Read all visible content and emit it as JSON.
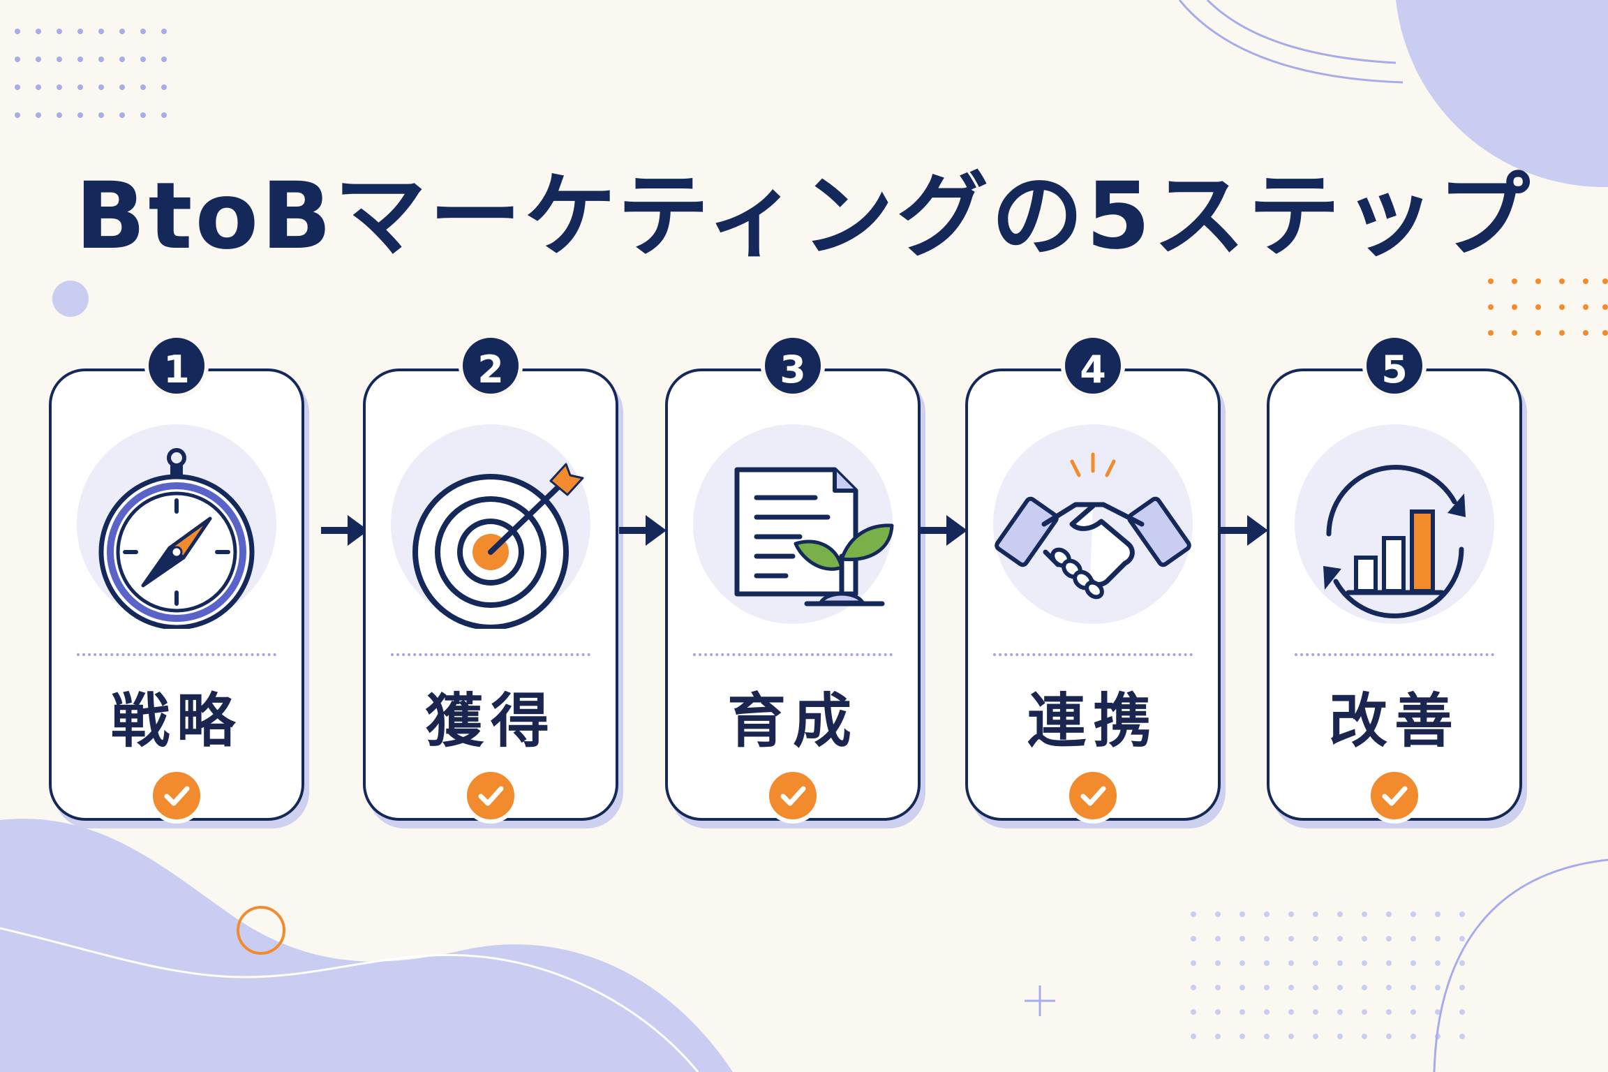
{
  "title": "BtoBマーケティングの5ステップ",
  "steps": [
    {
      "number": "1",
      "label": "戦略",
      "icon": "compass-icon"
    },
    {
      "number": "2",
      "label": "獲得",
      "icon": "target-icon"
    },
    {
      "number": "3",
      "label": "育成",
      "icon": "document-sprout-icon"
    },
    {
      "number": "4",
      "label": "連携",
      "icon": "handshake-icon"
    },
    {
      "number": "5",
      "label": "改善",
      "icon": "cycle-chart-icon"
    }
  ],
  "colors": {
    "navy": "#14285a",
    "orange": "#f28a2e",
    "lavender": "#c9cdf2",
    "green": "#79b04a",
    "background": "#fbf8f2"
  }
}
